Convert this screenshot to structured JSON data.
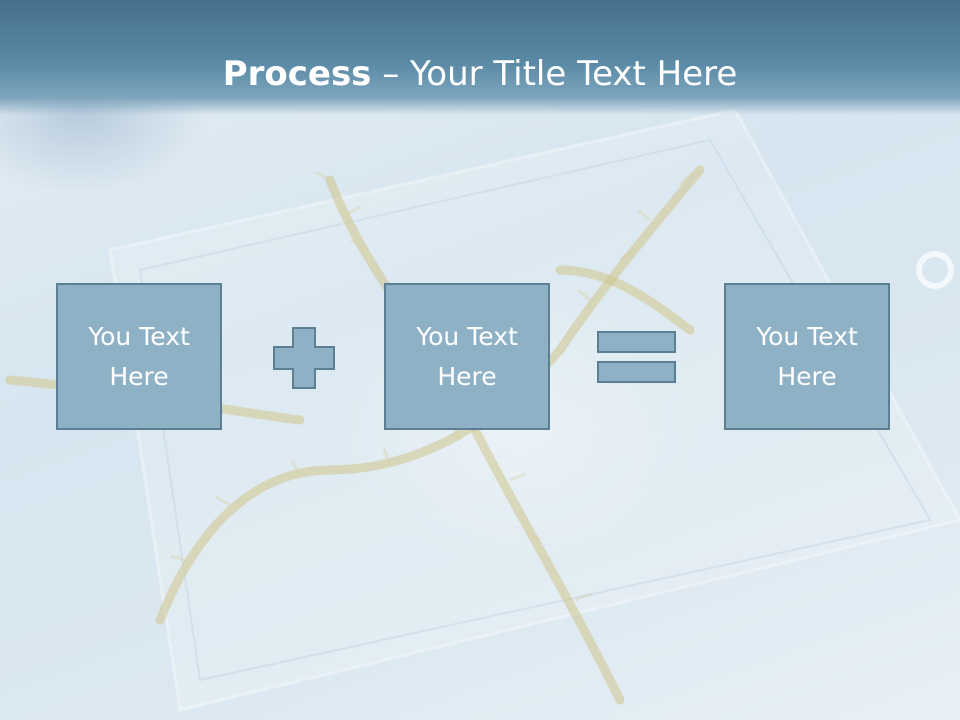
{
  "slide": {
    "title_bold": "Process",
    "title_rest": " – Your Title Text Here",
    "colors": {
      "title_bar": "#5a8aa6",
      "box_fill": "#8fb1c5",
      "box_border": "#5d7f94",
      "text": "#ffffff"
    }
  },
  "process": {
    "boxes": [
      {
        "label": "You Text Here"
      },
      {
        "label": "You Text Here"
      },
      {
        "label": "You Text Here"
      }
    ],
    "operators": [
      "plus-icon",
      "equals-icon"
    ]
  }
}
